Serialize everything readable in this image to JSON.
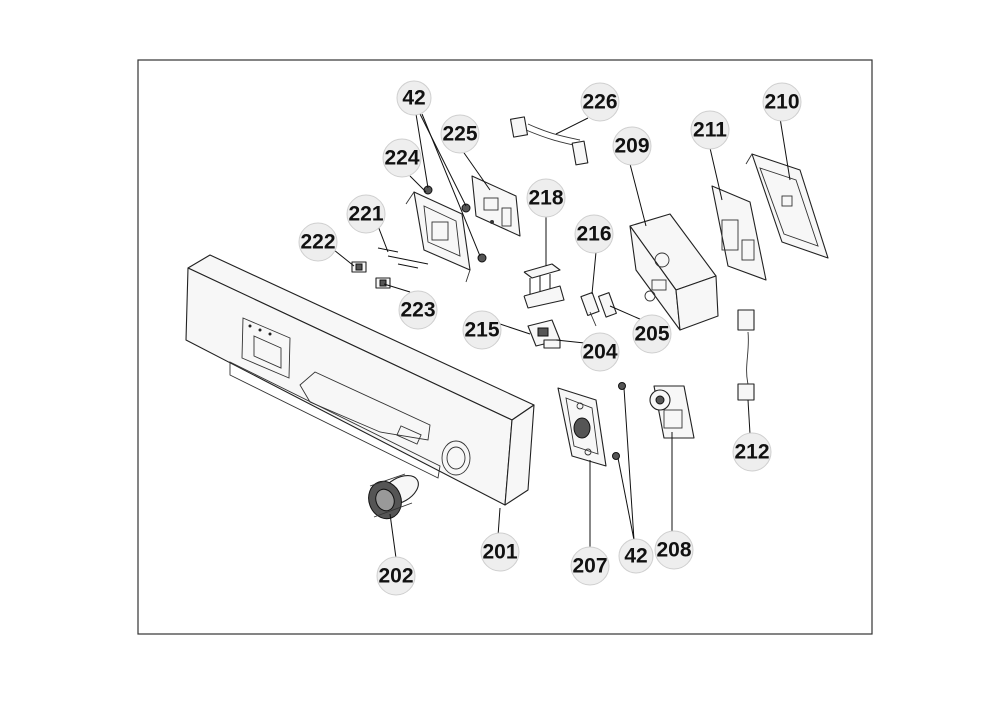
{
  "callouts": {
    "c42a": "42",
    "c226": "226",
    "c210": "210",
    "c225": "225",
    "c224": "224",
    "c209": "209",
    "c211": "211",
    "c218": "218",
    "c221": "221",
    "c216": "216",
    "c222": "222",
    "c223": "223",
    "c215": "215",
    "c204": "204",
    "c205": "205",
    "c212": "212",
    "c201": "201",
    "c207": "207",
    "c42b": "42",
    "c208": "208",
    "c202": "202"
  }
}
